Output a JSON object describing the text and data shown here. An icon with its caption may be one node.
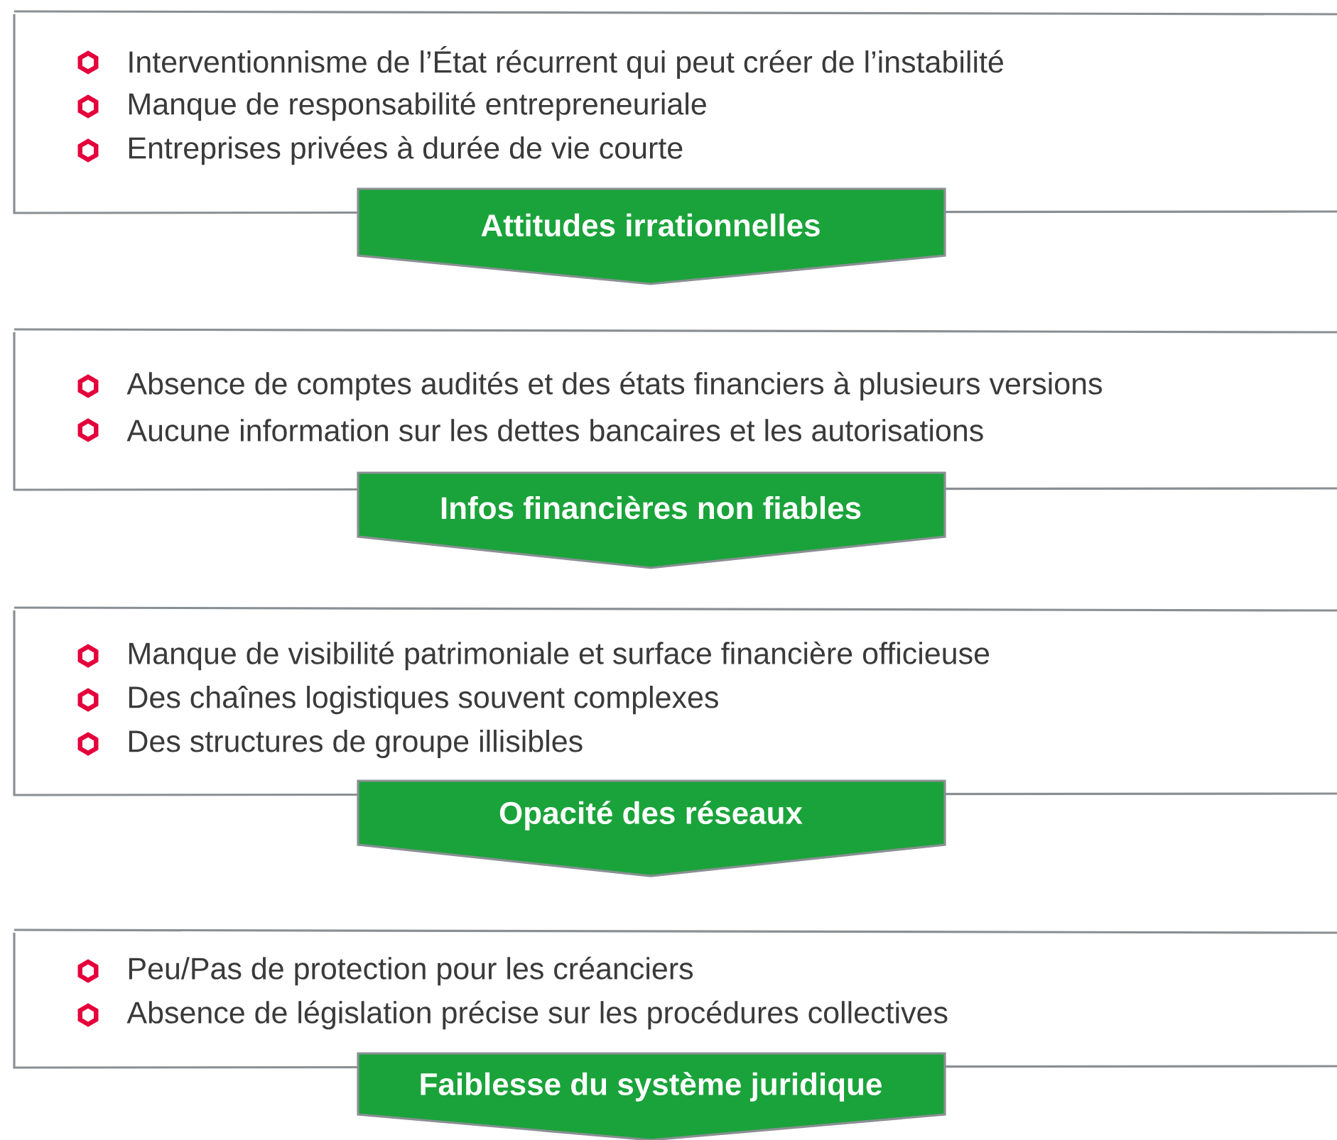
{
  "diagram": {
    "nodes": [
      {
        "text": [
          "Interventionnisme de l’État récurrent qui peut créer de l’instabilité",
          "Manque de responsabilité entrepreneuriale",
          "Entreprises privées à durée de vie courte"
        ]
      },
      {
        "text": [
          "Attitudes irrationnelles"
        ]
      },
      {
        "text": [
          "Absence de comptes audités et des états financiers à plusieurs versions",
          "Aucune information sur les dettes bancaires et les autorisations"
        ]
      },
      {
        "text": [
          "Infos financières non fiables"
        ]
      },
      {
        "text": [
          "Manque de visibilité patrimoniale et surface financière officieuse",
          "Des chaînes logistiques souvent complexes",
          "Des structures de groupe illisibles"
        ]
      },
      {
        "text": [
          "Opacité des réseaux"
        ]
      },
      {
        "text": [
          "Peu/Pas de protection pour les créanciers",
          "Absence de législation précise sur les procédures collectives"
        ]
      },
      {
        "text": [
          "Faiblesse du système juridique"
        ]
      }
    ]
  }
}
